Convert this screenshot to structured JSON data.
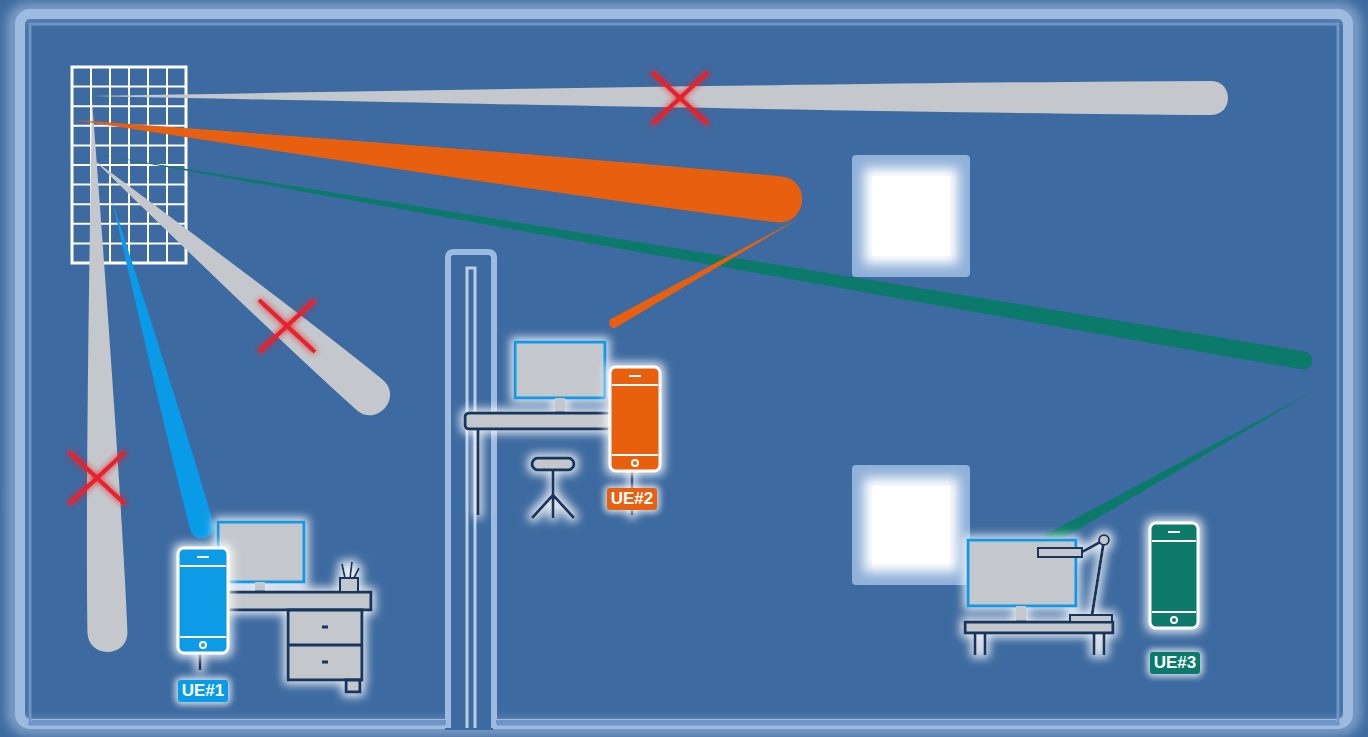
{
  "diagram": {
    "labels": [
      "UE#1",
      "UE#2",
      "UE#3"
    ]
  }
}
